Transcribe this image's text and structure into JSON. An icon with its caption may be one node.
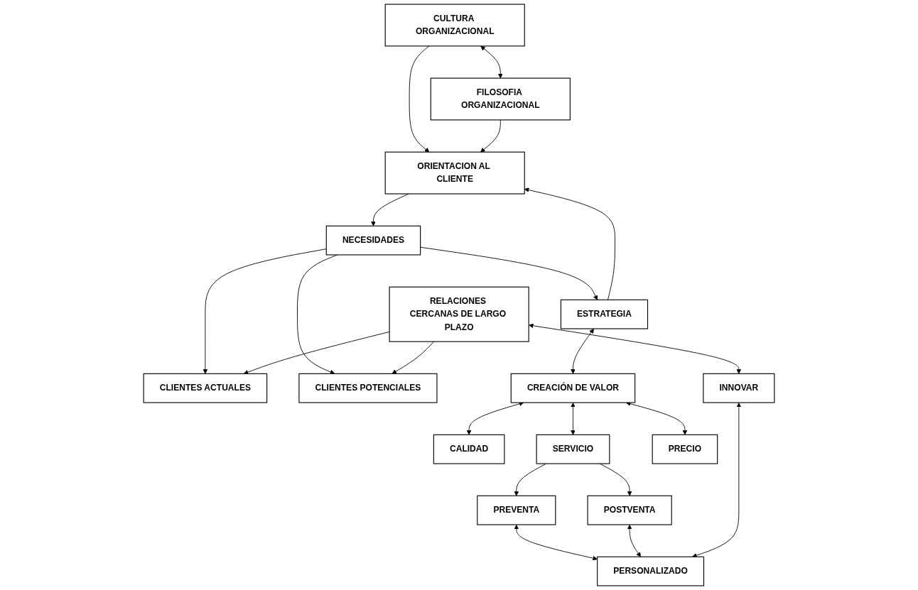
{
  "diagram": {
    "nodes": [
      {
        "text": [
          "CULTURA ORGANIZACIONAL"
        ]
      },
      {
        "text": [
          "FILOSOFIA ORGANIZACIONAL"
        ]
      },
      {
        "text": [
          "ORIENTACION AL CLIENTE"
        ]
      },
      {
        "text": [
          "NECESIDADES"
        ]
      },
      {
        "text": [
          "CLIENTES ACTUALES"
        ]
      },
      {
        "text": [
          "CLIENTES POTENCIALES"
        ]
      },
      {
        "text": [
          "ESTRATEGIA"
        ]
      },
      {
        "text": [
          "RELACIONES CERCANAS DE LARGO PLAZO"
        ]
      },
      {
        "text": [
          "CREACIÓN DE VALOR"
        ]
      },
      {
        "text": [
          "CALIDAD"
        ]
      },
      {
        "text": [
          "SERVICIO"
        ]
      },
      {
        "text": [
          "PREVENTA"
        ]
      },
      {
        "text": [
          "POSTVENTA"
        ]
      },
      {
        "text": [
          "INNOVAR"
        ]
      },
      {
        "text": [
          "PERSONALIZADO"
        ]
      },
      {
        "text": [
          "PRECIO"
        ]
      }
    ],
    "edges": [
      {
        "from": 0,
        "to": 1,
        "arrow": "both"
      },
      {
        "from": 0,
        "to": 2,
        "arrow": "to"
      },
      {
        "from": 1,
        "to": 2,
        "arrow": "to"
      },
      {
        "from": 2,
        "to": 3,
        "arrow": "to"
      },
      {
        "from": 3,
        "to": 6,
        "arrow": "to"
      },
      {
        "from": 6,
        "to": 2,
        "arrow": "to"
      },
      {
        "from": 3,
        "to": 4,
        "arrow": "to"
      },
      {
        "from": 3,
        "to": 5,
        "arrow": "to"
      },
      {
        "from": 7,
        "to": 4,
        "arrow": "to"
      },
      {
        "from": 7,
        "to": 5,
        "arrow": "to"
      },
      {
        "from": 6,
        "to": 8,
        "arrow": "both"
      },
      {
        "from": 8,
        "to": 9,
        "arrow": "both"
      },
      {
        "from": 8,
        "to": 10,
        "arrow": "both"
      },
      {
        "from": 8,
        "to": 15,
        "arrow": "both"
      },
      {
        "from": 10,
        "to": 11,
        "arrow": "to"
      },
      {
        "from": 10,
        "to": 12,
        "arrow": "to"
      },
      {
        "from": 11,
        "to": 14,
        "arrow": "both"
      },
      {
        "from": 12,
        "to": 14,
        "arrow": "both"
      },
      {
        "from": 7,
        "to": 13,
        "arrow": "both"
      },
      {
        "from": 13,
        "to": 14,
        "arrow": "both"
      }
    ]
  }
}
